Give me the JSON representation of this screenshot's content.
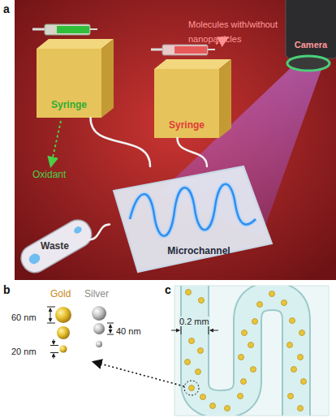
{
  "diagram": {
    "nodes": [
      {
        "text": [
          "Syringe"
        ]
      },
      {
        "text": [
          "Syringe"
        ]
      },
      {
        "text": [
          "Camera"
        ]
      },
      {
        "text": [
          "Microchannel"
        ]
      },
      {
        "text": [
          "Waste"
        ]
      }
    ],
    "edges": [
      {
        "from": 0,
        "to": 3,
        "arrow": "none"
      },
      {
        "from": 1,
        "to": 3,
        "arrow": "none"
      },
      {
        "from": 3,
        "to": 4,
        "arrow": "none"
      }
    ],
    "labels": [
      "a",
      "Molecules with/without nanoparticles",
      "Oxidant",
      "b",
      "Gold",
      "Silver",
      "60 nm",
      "40 nm",
      "20 nm",
      "c",
      "0.2 mm"
    ]
  }
}
